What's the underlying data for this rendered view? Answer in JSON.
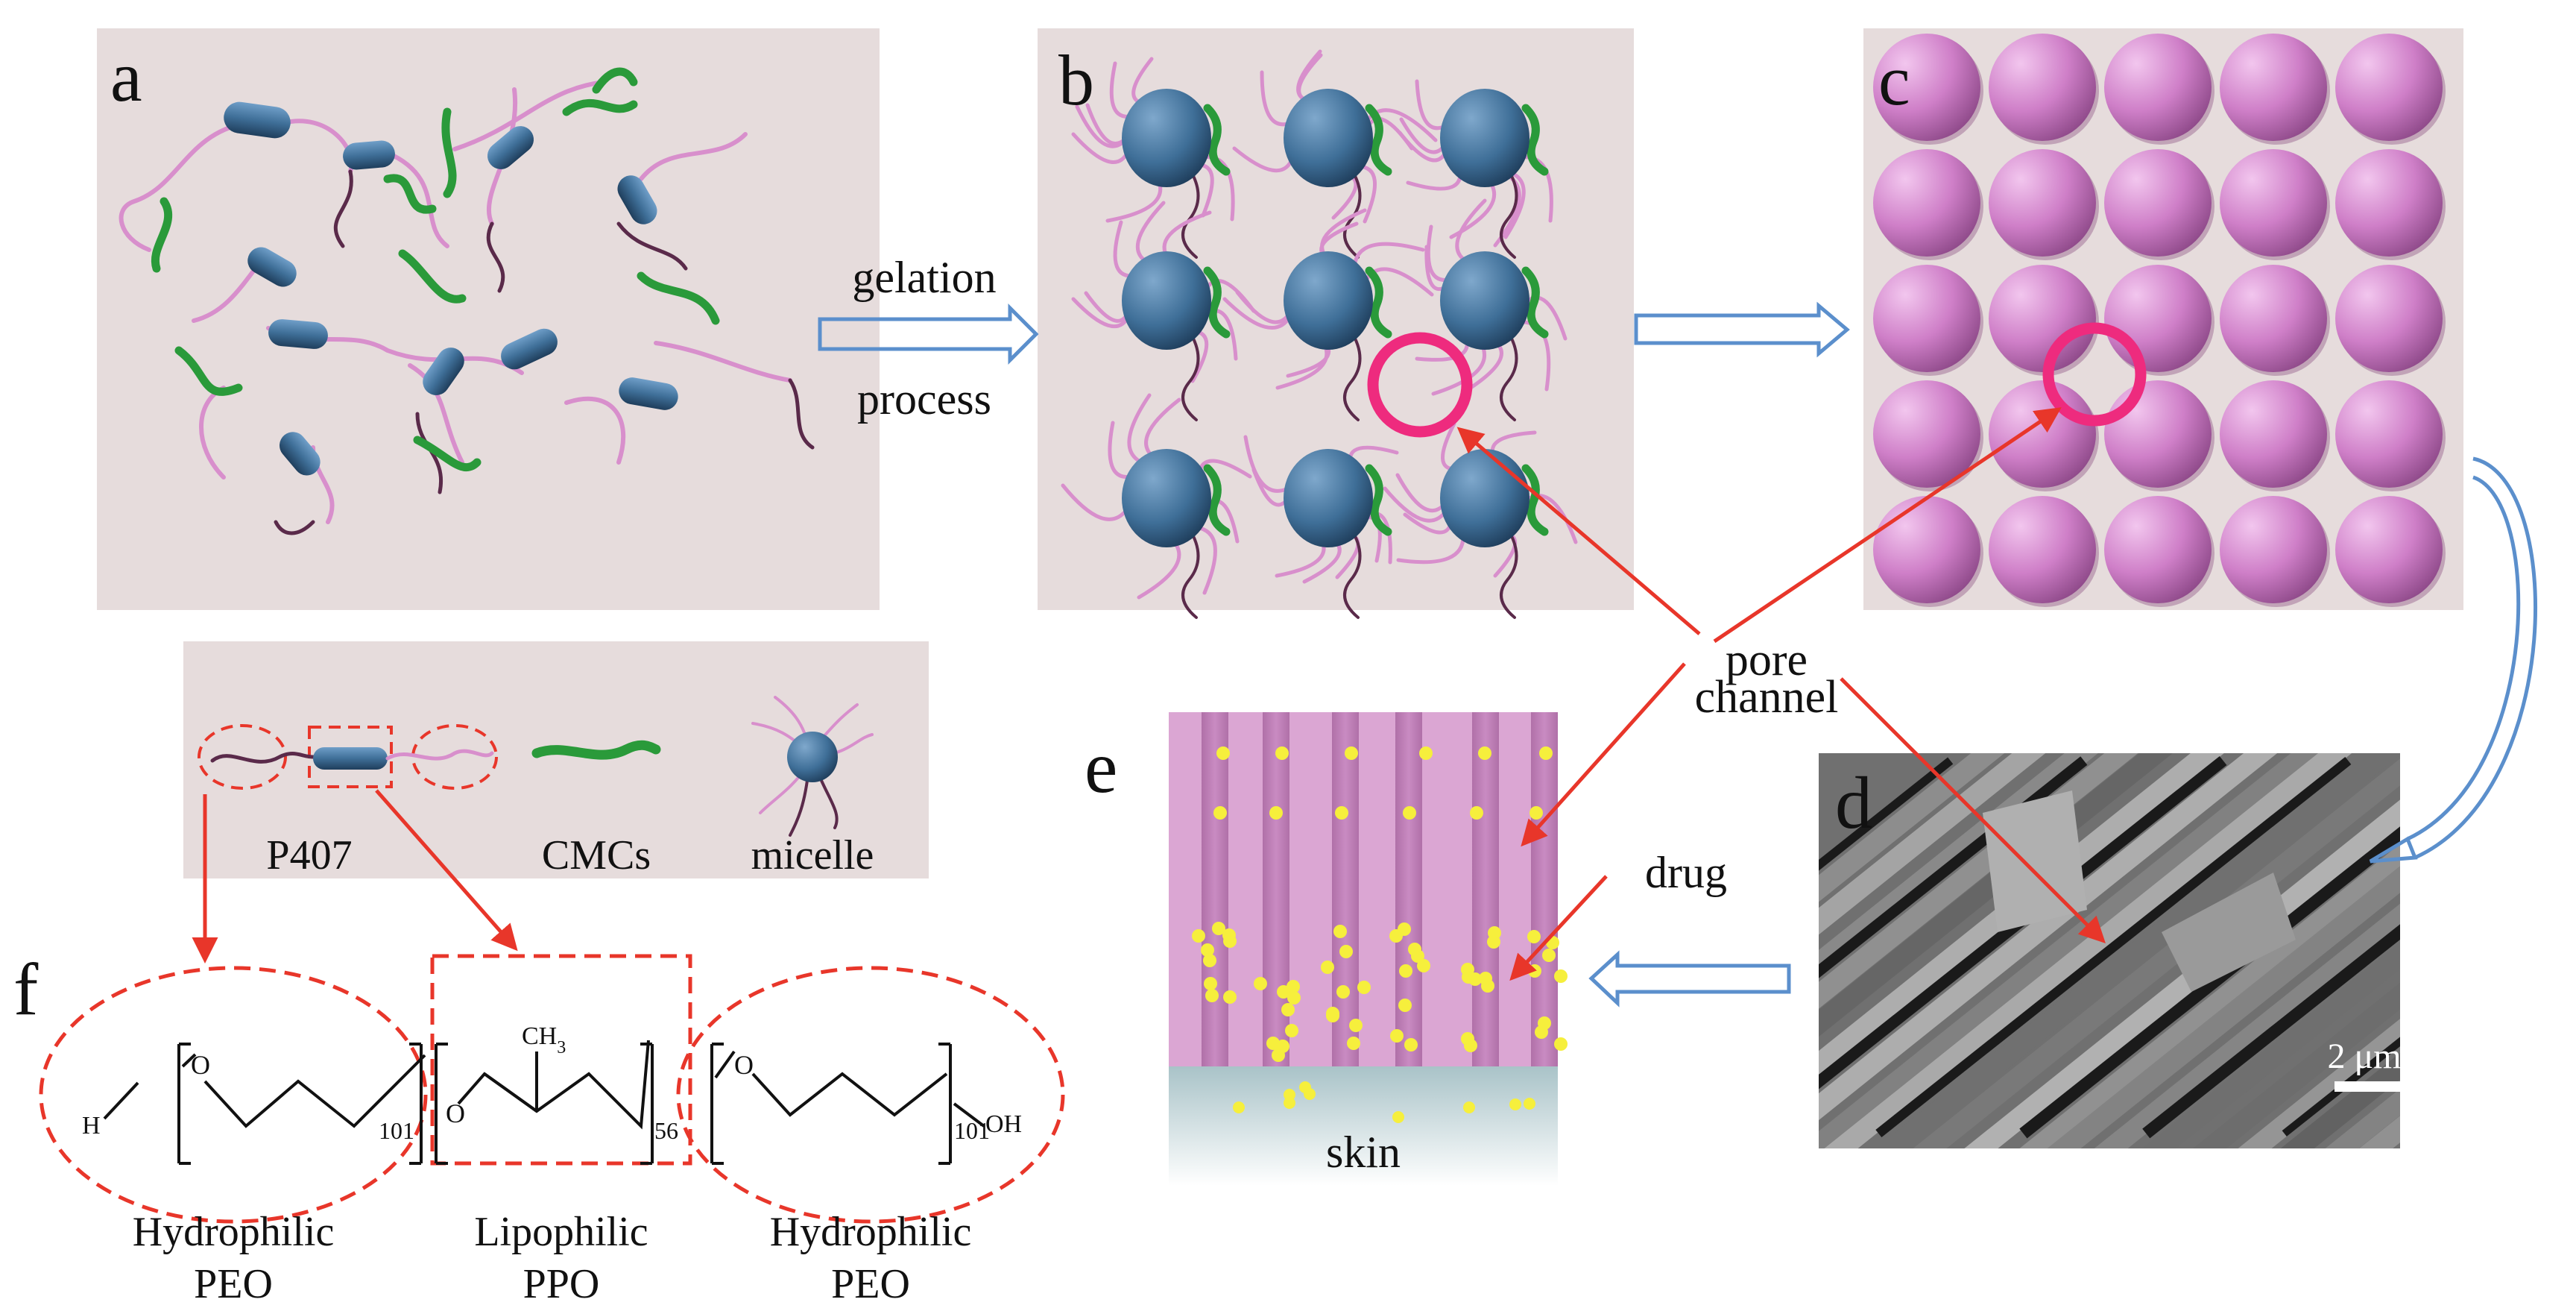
{
  "panels": {
    "a": "a",
    "b": "b",
    "c": "c",
    "d": "d",
    "e": "e",
    "f": "f"
  },
  "labels": {
    "gelation": "gelation",
    "process": "process",
    "pore": "pore",
    "channel": "channel",
    "drug": "drug",
    "skin": "skin",
    "scale_bar": "2 μm"
  },
  "legend": {
    "p407": "P407",
    "cmcs": "CMCs",
    "micelle": "micelle"
  },
  "structure": {
    "h": "H",
    "o1": "O",
    "o2": "O",
    "o3": "O",
    "ch3": "CH",
    "ch3_sub": "3",
    "n1": "101",
    "n2": "56",
    "n3": "101",
    "oh": "OH"
  },
  "blocks": [
    {
      "line1": "Hydrophilic",
      "line2": "PEO"
    },
    {
      "line1": "Lipophilic",
      "line2": "PPO"
    },
    {
      "line1": "Hydrophilic",
      "line2": "PEO"
    }
  ],
  "colors": {
    "panel_bg": "#e6dcdc",
    "micelle_blue": "#3f6f98",
    "chain_pink": "#d88fcc",
    "cmc_green": "#2a9a3a",
    "sphere_pink": "#cf7fc8",
    "ring_magenta": "#ee2b7e",
    "arrow_red": "#e8362a",
    "arrow_blue": "#5b8fcc",
    "drug_yellow": "#f6ef3c"
  }
}
